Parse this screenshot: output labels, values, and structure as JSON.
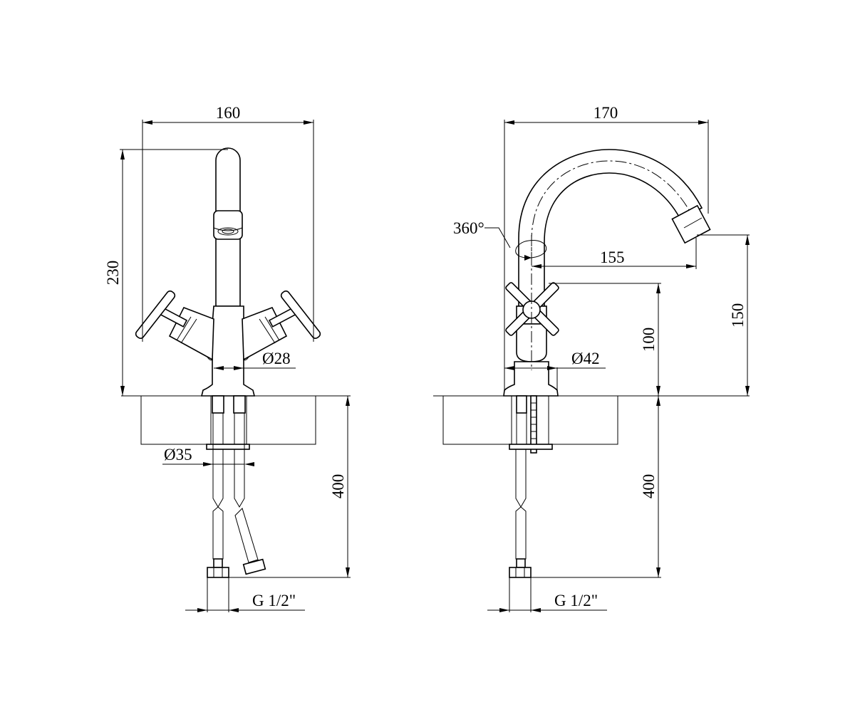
{
  "front_view": {
    "width_label": "160",
    "height_label": "230",
    "body_diameter_label": "Ø28",
    "hose_diameter_label": "Ø35",
    "hose_length_label": "400",
    "thread_label": "G 1/2\""
  },
  "side_view": {
    "width_label": "170",
    "rotation_label": "360°",
    "reach_label": "155",
    "spout_height_label": "150",
    "handle_height_label": "100",
    "base_diameter_label": "Ø42",
    "hose_length_label": "400",
    "thread_label": "G 1/2\""
  }
}
